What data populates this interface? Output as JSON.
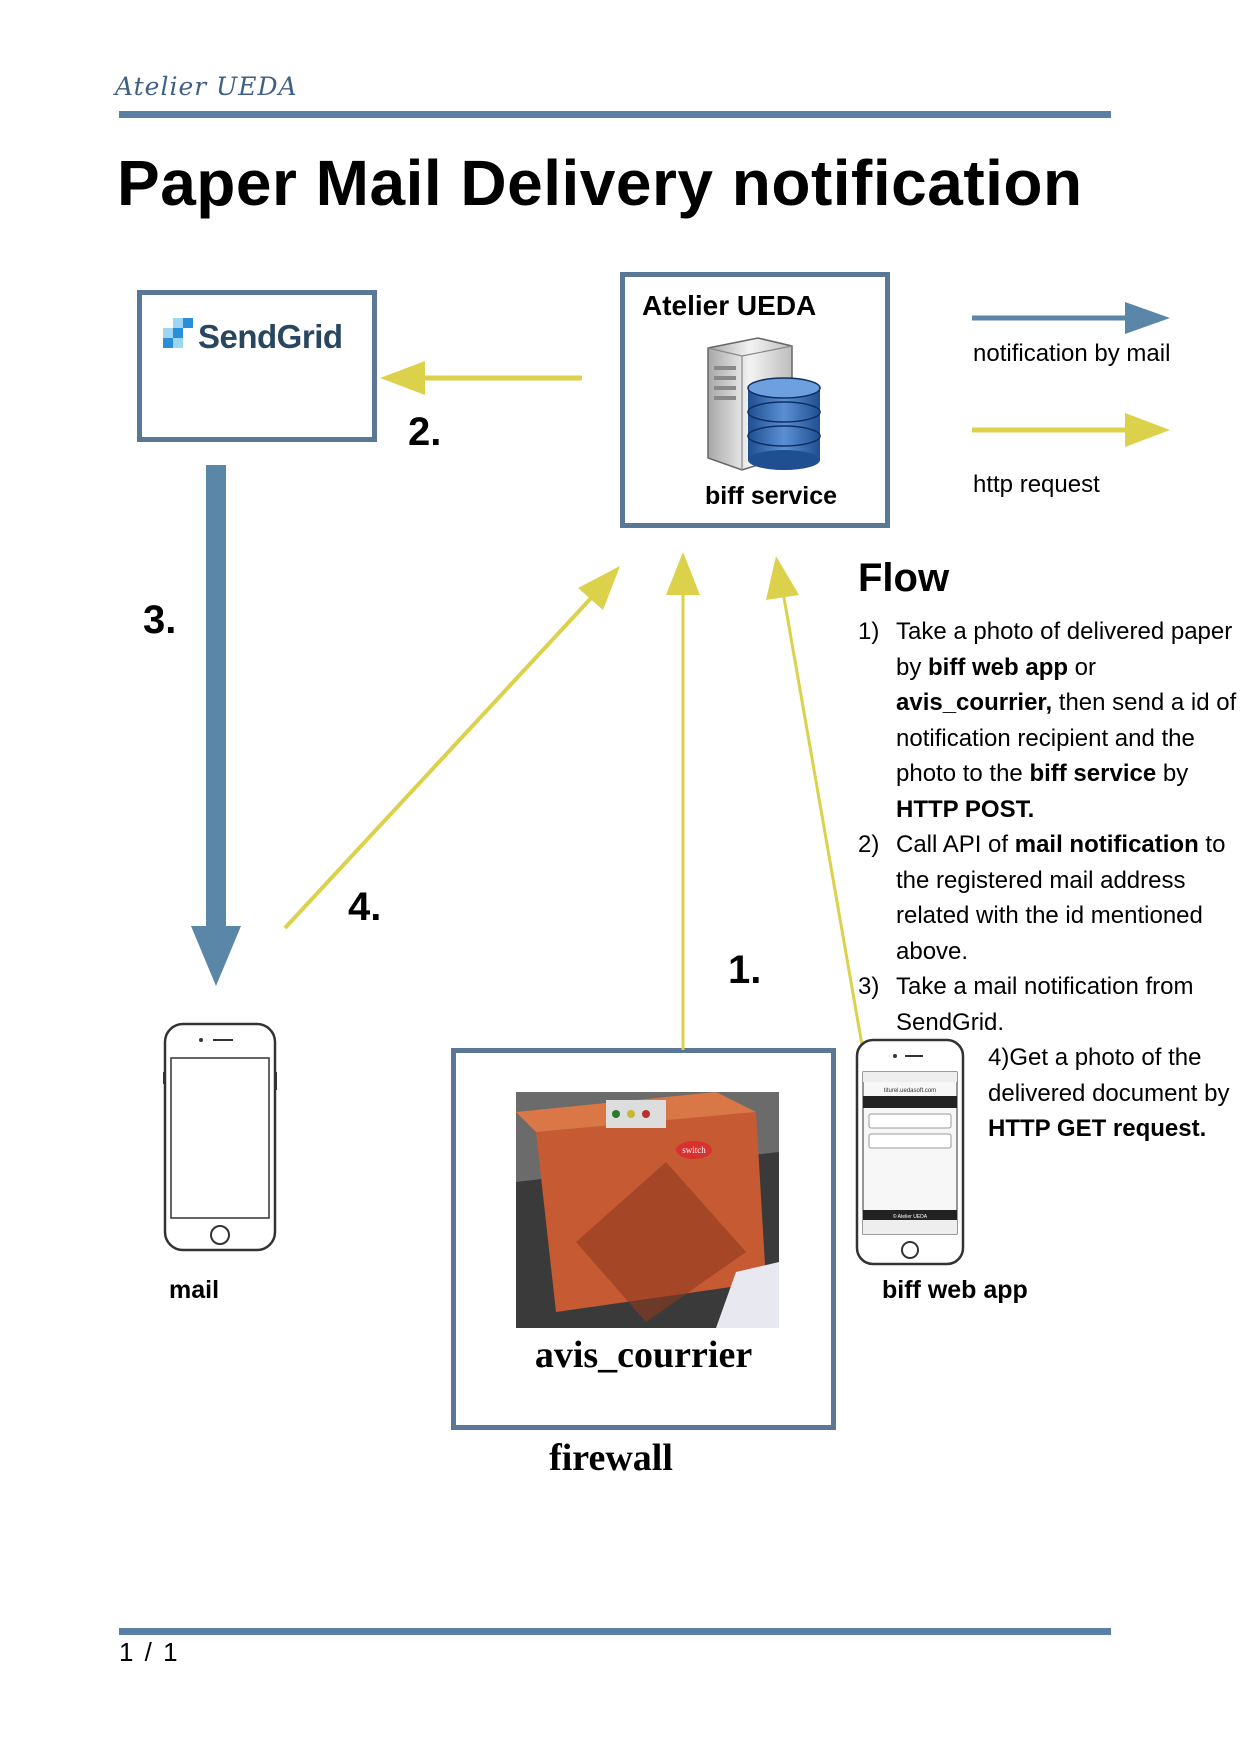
{
  "header": {
    "brand": "Atelier UEDA"
  },
  "title": "Paper Mail Delivery notification",
  "nodes": {
    "sendgrid": {
      "label": "SendGrid"
    },
    "atelier": {
      "title": "Atelier UEDA",
      "caption": "biff service"
    },
    "courier": {
      "label": "avis_courrier",
      "switch_label": "switch"
    },
    "firewall": {
      "label": "firewall"
    },
    "mail": {
      "label": "mail"
    },
    "webapp": {
      "label": "biff web app",
      "url": "titurel.uedasoft.com",
      "footer": "© Atelier UEDA"
    }
  },
  "legend": {
    "mail": "notification by mail",
    "http": "http request"
  },
  "steps": {
    "s1": "1.",
    "s2": "2.",
    "s3": "3.",
    "s4": "4."
  },
  "flow": {
    "heading": "Flow",
    "items": [
      {
        "num": "1)",
        "parts": [
          {
            "t": "Take a photo of delivered paper by "
          },
          {
            "t": "biff web app",
            "b": true
          },
          {
            "t": " or "
          },
          {
            "t": "avis_courrier,",
            "b": true
          },
          {
            "t": " then send a id of notification recipient and the photo to the  "
          },
          {
            "t": "biff service",
            "b": true
          },
          {
            "t": " by "
          },
          {
            "t": "HTTP POST.",
            "b": true
          }
        ]
      },
      {
        "num": "2)",
        "parts": [
          {
            "t": "Call API of "
          },
          {
            "t": "mail notification",
            "b": true
          },
          {
            "t": " to the registered mail address related with the id mentioned above."
          }
        ]
      },
      {
        "num": "3)",
        "parts": [
          {
            "t": "Take a mail notification from SendGrid."
          }
        ]
      }
    ],
    "item4": [
      {
        "t": "4)Get a photo of the delivered document by "
      },
      {
        "t": "HTTP GET request.",
        "b": true
      }
    ]
  },
  "footer": {
    "page": "1 / 1"
  },
  "colors": {
    "mail_arrow": "#5a86a8",
    "http_arrow": "#dcd14a",
    "box_border": "#5a7796",
    "rule": "#5b7fa4"
  }
}
